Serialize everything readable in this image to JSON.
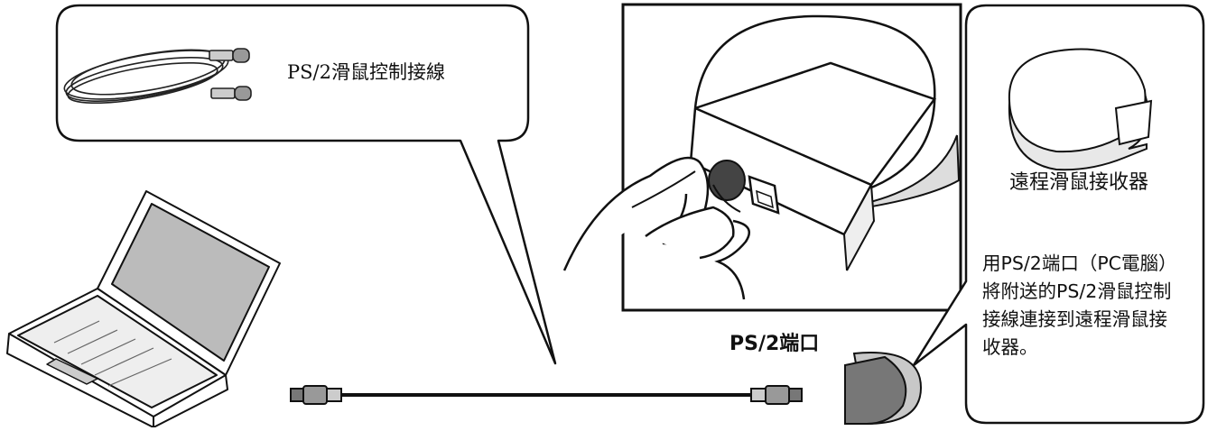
{
  "labels": {
    "cable": "PS/2滑鼠控制接線",
    "port": "PS/2端口",
    "receiver": "遠程滑鼠接收器"
  },
  "instruction_lines": [
    "用PS/2端口（PC電腦）",
    "將附送的PS/2滑鼠控制",
    "接線連接到遠程滑鼠接",
    "收器。"
  ],
  "colors": {
    "line": "#111111",
    "fill": "#ffffff",
    "shade": "#a9a9a9",
    "dark": "#666666"
  }
}
